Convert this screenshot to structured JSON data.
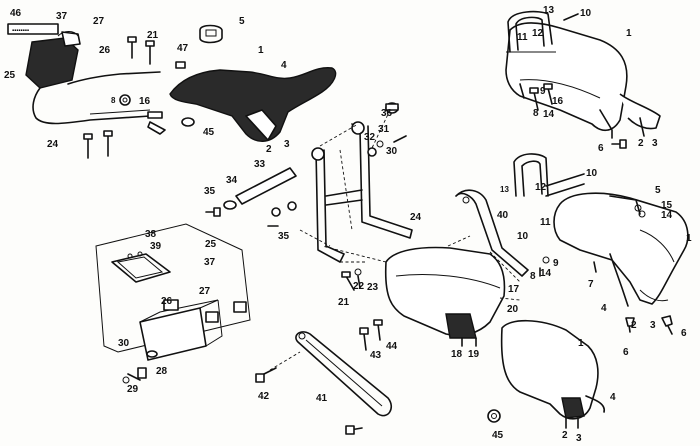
{
  "diagram": {
    "callouts": [
      "46",
      "37",
      "27",
      "26",
      "25",
      "24",
      "21",
      "16",
      "8",
      "47",
      "5",
      "1",
      "4",
      "45",
      "2",
      "3",
      "33",
      "34",
      "35",
      "36",
      "31",
      "32",
      "30",
      "13",
      "10",
      "11",
      "12",
      "1",
      "16",
      "9",
      "14",
      "8",
      "6",
      "2",
      "3",
      "13",
      "10",
      "12",
      "11",
      "10",
      "9",
      "14",
      "8",
      "5",
      "15",
      "14",
      "1",
      "7",
      "4",
      "2",
      "3",
      "6",
      "6",
      "40",
      "24",
      "17",
      "20",
      "18",
      "19",
      "22",
      "21",
      "23",
      "35",
      "38",
      "39",
      "25",
      "37",
      "26",
      "27",
      "30",
      "29",
      "28",
      "43",
      "44",
      "42",
      "41",
      "1",
      "4",
      "45",
      "2",
      "3"
    ]
  }
}
